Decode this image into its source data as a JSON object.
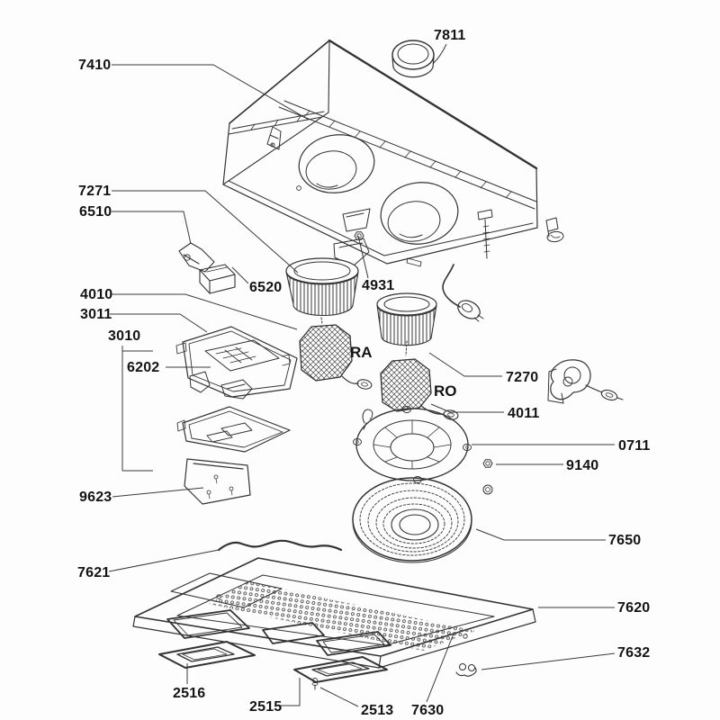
{
  "diagram": {
    "type": "exploded-parts-diagram",
    "subject": "cooker hood ventilation unit",
    "background": "#fdfdfd",
    "line_color": "#3a3a3a",
    "label_color": "#141414",
    "parts": [
      {
        "label": "7811"
      },
      {
        "label": "7410"
      },
      {
        "label": "7271"
      },
      {
        "label": "6510"
      },
      {
        "label": "6520"
      },
      {
        "label": "4931"
      },
      {
        "label": "4010"
      },
      {
        "label": "3011"
      },
      {
        "label": "3010"
      },
      {
        "label": "6202"
      },
      {
        "label": "RA"
      },
      {
        "label": "RO"
      },
      {
        "label": "7270"
      },
      {
        "label": "4011"
      },
      {
        "label": "0711"
      },
      {
        "label": "9140"
      },
      {
        "label": "9623"
      },
      {
        "label": "7650"
      },
      {
        "label": "7621"
      },
      {
        "label": "7620"
      },
      {
        "label": "7632"
      },
      {
        "label": "2516"
      },
      {
        "label": "2515"
      },
      {
        "label": "2513"
      },
      {
        "label": "7630"
      }
    ]
  }
}
